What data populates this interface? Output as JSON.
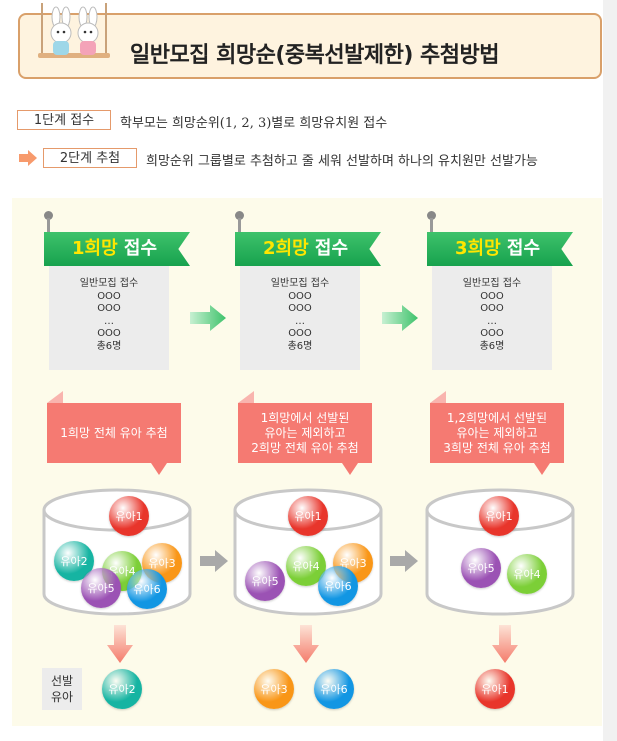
{
  "title": "일반모집  희망순(중복선발제한)  추첨방법",
  "steps": [
    {
      "label": "1단계  접수",
      "desc": "학부모는 희망순위(1, 2, 3)별로 희망유치원 접수"
    },
    {
      "label": "2단계  추첨",
      "desc": "희망순위 그룹별로 추첨하고 줄 세워 선발하며 하나의 유치원만 선발가능"
    }
  ],
  "rounds": [
    {
      "flag_num": "1희망",
      "flag_text": " 접수",
      "card": [
        "일반모집 접수",
        "OOO",
        "OOO",
        "…",
        "OOO",
        "총6명"
      ],
      "bubble": [
        "1희망 전체 유아 추첨"
      ],
      "balls": [
        {
          "label": "유아1",
          "color": "#e8352b"
        },
        {
          "label": "유아2",
          "color": "#16b4a2"
        },
        {
          "label": "유아4",
          "color": "#7ccf37"
        },
        {
          "label": "유아3",
          "color": "#f99617"
        },
        {
          "label": "유아5",
          "color": "#9b52b4"
        },
        {
          "label": "유아6",
          "color": "#1296e3"
        }
      ],
      "selected": [
        {
          "label": "유아2",
          "color": "#16b4a2"
        }
      ]
    },
    {
      "flag_num": "2희망",
      "flag_text": " 접수",
      "card": [
        "일반모집 접수",
        "OOO",
        "OOO",
        "…",
        "OOO",
        "총6명"
      ],
      "bubble": [
        "1희망에서 선발된",
        "유아는 제외하고",
        "2희망 전체 유아 추첨"
      ],
      "balls": [
        {
          "label": "유아1",
          "color": "#e8352b"
        },
        {
          "label": "유아4",
          "color": "#7ccf37"
        },
        {
          "label": "유아3",
          "color": "#f99617"
        },
        {
          "label": "유아5",
          "color": "#9b52b4"
        },
        {
          "label": "유아6",
          "color": "#1296e3"
        }
      ],
      "selected": [
        {
          "label": "유아3",
          "color": "#f99617"
        },
        {
          "label": "유아6",
          "color": "#1296e3"
        }
      ]
    },
    {
      "flag_num": "3희망",
      "flag_text": " 접수",
      "card": [
        "일반모집 접수",
        "OOO",
        "OOO",
        "…",
        "OOO",
        "총6명"
      ],
      "bubble": [
        "1,2희망에서 선발된",
        "유아는 제외하고",
        "3희망 전체 유아 추첨"
      ],
      "balls": [
        {
          "label": "유아1",
          "color": "#e8352b"
        },
        {
          "label": "유아5",
          "color": "#9b52b4"
        },
        {
          "label": "유아4",
          "color": "#7ccf37"
        }
      ],
      "selected": [
        {
          "label": "유아1",
          "color": "#e8352b"
        }
      ]
    }
  ],
  "selected_label": [
    "선발",
    "유아"
  ],
  "colors": {
    "flag_green": "#1ea552",
    "bubble_red": "#f57a72",
    "title_border": "#d9a06a",
    "arrow_orange": "#f79a6c"
  },
  "icons": [
    "bunnies-on-swing-icon",
    "orange-arrow-icon",
    "green-right-arrow-icon",
    "gray-right-arrow-icon",
    "down-arrow-icon"
  ]
}
